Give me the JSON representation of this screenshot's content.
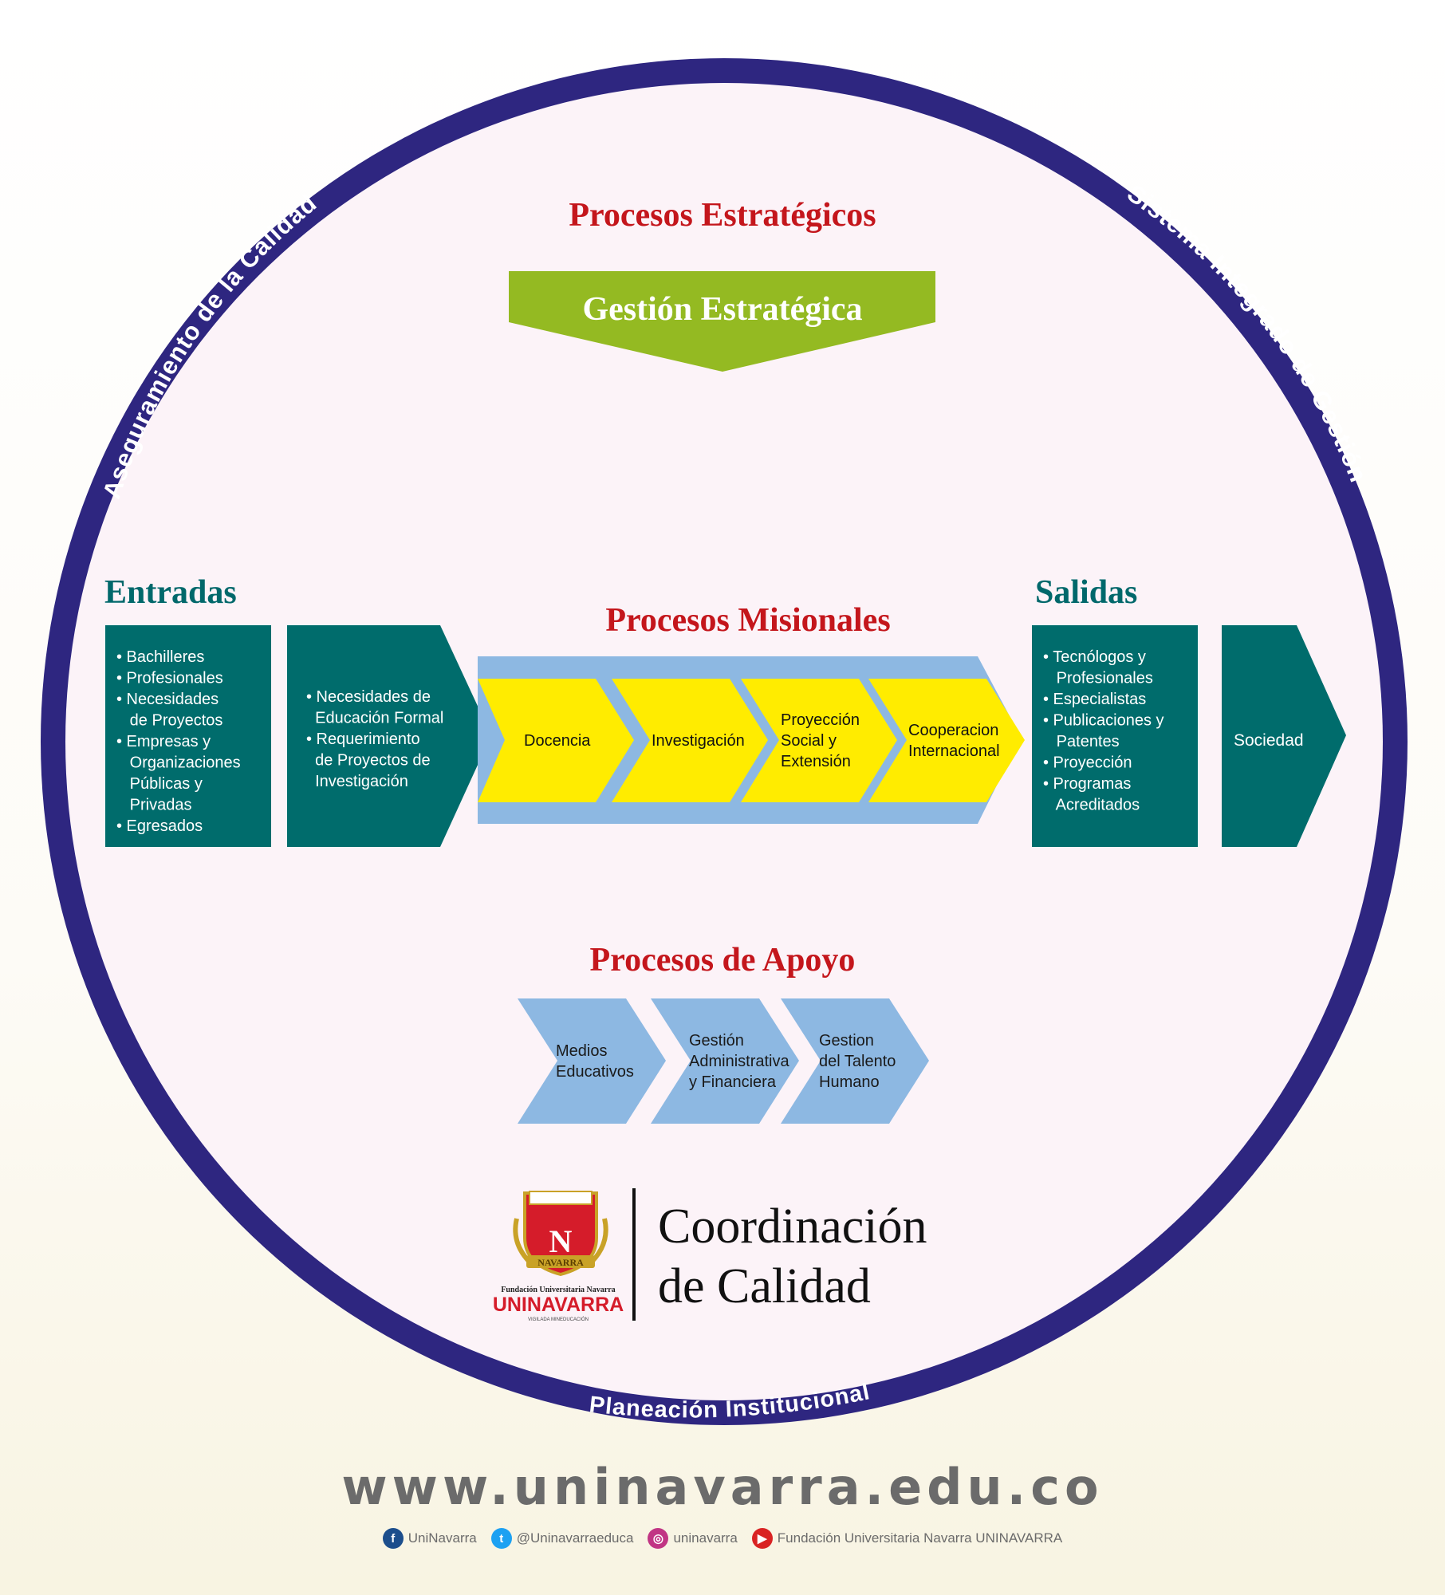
{
  "ring": {
    "left_label": "Aseguramiento de la Calidad",
    "right_label": "Sistema Integrado de Gestión",
    "bottom_label": "Planeación Institucional",
    "ring_color": "#2e2680",
    "inner_color": "#fcf3f8"
  },
  "strategic": {
    "heading": "Procesos Estratégicos",
    "banner": "Gestión Estratégica",
    "banner_color": "#94ba22"
  },
  "entradas": {
    "heading": "Entradas",
    "box1_items": [
      "• Bachilleres",
      "• Profesionales",
      "• Necesidades",
      "   de Proyectos",
      "• Empresas y",
      "   Organizaciones",
      "   Públicas y",
      "   Privadas",
      "• Egresados"
    ],
    "box2_items": [
      "• Necesidades de",
      "  Educación Formal",
      "• Requerimiento",
      "  de Proyectos de",
      "  Investigación"
    ]
  },
  "misionales": {
    "heading": "Procesos Misionales",
    "chevrons": [
      {
        "lines": [
          "Docencia"
        ]
      },
      {
        "lines": [
          "Investigación"
        ]
      },
      {
        "lines": [
          "Proyección",
          "Social y",
          "Extensión"
        ]
      },
      {
        "lines": [
          "Cooperacion",
          "Internacional"
        ]
      }
    ],
    "chevron_color": "#ffec00",
    "band_color": "#8db8e2"
  },
  "salidas": {
    "heading": "Salidas",
    "box1_items": [
      "• Tecnólogos y",
      "   Profesionales",
      "• Especialistas",
      "• Publicaciones y",
      "   Patentes",
      "• Proyección",
      "• Programas",
      "   Acreditados"
    ],
    "box2_label": "Sociedad"
  },
  "apoyo": {
    "heading": "Procesos de Apoyo",
    "chevrons": [
      {
        "lines": [
          "Medios",
          "Educativos"
        ]
      },
      {
        "lines": [
          "Gestión",
          "Administrativa",
          "y Financiera"
        ]
      },
      {
        "lines": [
          "Gestion",
          "del Talento",
          "Humano"
        ]
      }
    ],
    "chevron_color": "#8db8e2"
  },
  "logo": {
    "crest_letter": "N",
    "crest_banner": "NAVARRA",
    "institution": "Fundación Universitaria Navarra",
    "brand": "UNINAVARRA",
    "tagline": "VIGILADA MINEDUCACIÓN",
    "title_line1": "Coordinación",
    "title_line2": "de Calidad"
  },
  "footer": {
    "url": "www.uninavarra.edu.co",
    "social": [
      {
        "icon": "facebook-icon",
        "glyph": "f",
        "label": "UniNavarra"
      },
      {
        "icon": "twitter-icon",
        "glyph": "t",
        "label": "@Uninavarraeduca"
      },
      {
        "icon": "instagram-icon",
        "glyph": "◎",
        "label": "uninavarra"
      },
      {
        "icon": "youtube-icon",
        "glyph": "▶",
        "label": "Fundación Universitaria Navarra UNINAVARRA"
      }
    ]
  },
  "colors": {
    "teal": "#006c6c",
    "red_heading": "#c4161c",
    "teal_heading": "#00686b"
  }
}
